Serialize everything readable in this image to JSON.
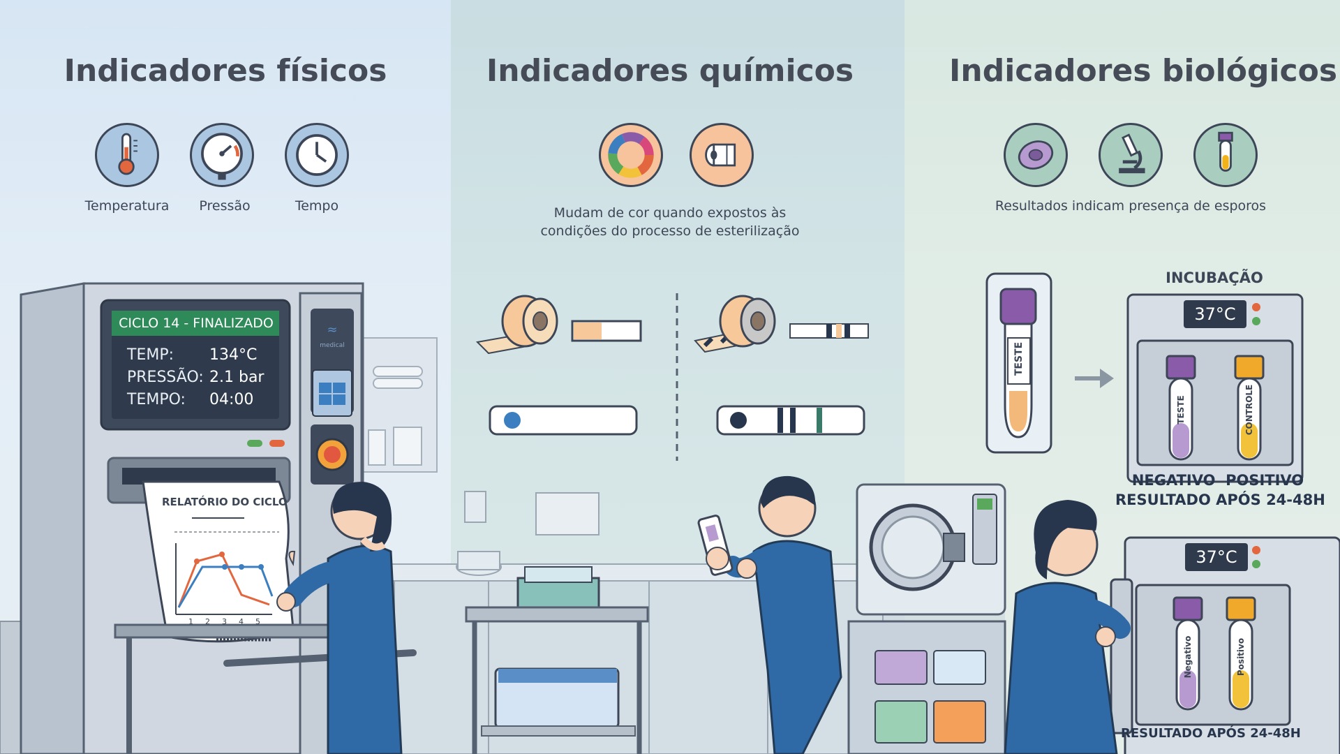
{
  "physical": {
    "title": "Indicadores físicos",
    "icons": [
      {
        "label": "Temperatura",
        "icon": "thermometer-icon"
      },
      {
        "label": "Pressão",
        "icon": "pressure-gauge-icon"
      },
      {
        "label": "Tempo",
        "icon": "clock-icon"
      }
    ],
    "display": {
      "header": "CICLO 14 - FINALIZADO",
      "temp_label": "TEMP:",
      "temp_value": "134°C",
      "pressure_label": "PRESSÃO:",
      "pressure_value": "2.1 bar",
      "time_label": "TEMPO:",
      "time_value": "04:00"
    },
    "brand_sub": "medical",
    "report": {
      "title": "RELATÓRIO DO CICLO",
      "x_ticks": [
        "1",
        "2",
        "3",
        "4",
        "5"
      ]
    }
  },
  "chemical": {
    "title": "Indicadores químicos",
    "icons": [
      {
        "icon": "color-wheel-icon"
      },
      {
        "icon": "indicator-tape-icon"
      }
    ],
    "description_1": "Mudam de cor quando expostos às",
    "description_2": "condições do processo de esterilização"
  },
  "biological": {
    "title": "Indicadores biológicos",
    "icons": [
      {
        "icon": "spore-cell-icon"
      },
      {
        "icon": "microscope-icon"
      },
      {
        "icon": "test-tube-icon"
      }
    ],
    "description": "Resultados indicam presença de esporos",
    "test_vial_label": "TESTE",
    "incubation_label": "INCUBAÇÃO",
    "incubator1": {
      "temp": "37°C",
      "tube1": "TESTE",
      "tube2": "CONTROLE",
      "result_labels": "NEGATIVO  POSITIVO",
      "result_time": "RESULTADO APÓS 24-48H"
    },
    "incubator2": {
      "temp": "37°C",
      "tube1": "Negativo",
      "tube2": "Positivo",
      "result_time": "RESULTADO APÓS 24-48H"
    }
  },
  "colors": {
    "scrubs": "#2f6aa6",
    "display_header": "#2f8a5a",
    "purple_cap": "#7b5b9a",
    "yellow_cap": "#f0a92a"
  }
}
